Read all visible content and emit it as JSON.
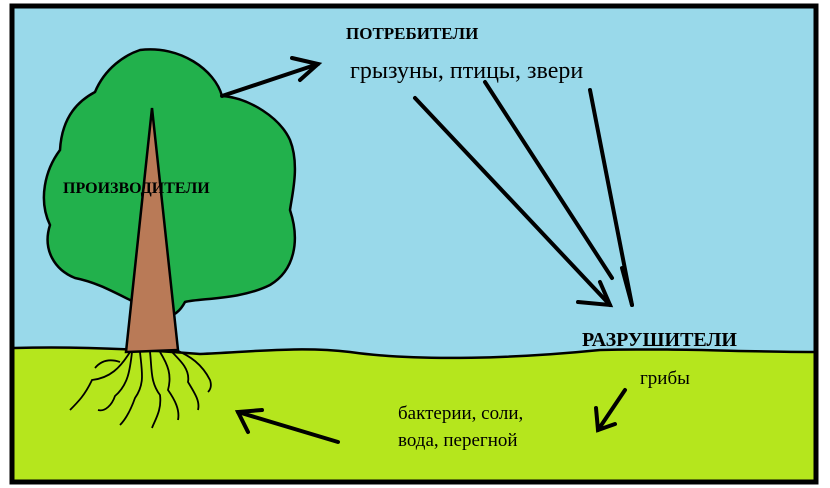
{
  "labels": {
    "consumers_title": "ПОТРЕБИТЕЛИ",
    "consumers_list": "грызуны, птицы, звери",
    "producers_title": "ПРОИЗВОДИТЕЛИ",
    "decomposers_title": "РАЗРУШИТЕЛИ",
    "fungi": "грибы",
    "soil_line1": "бактерии, соли,",
    "soil_line2": "вода, перегной"
  },
  "colors": {
    "sky": "#99d9ea",
    "grass": "#b5e61d",
    "canopy": "#22b14c",
    "trunk": "#b97a57",
    "outline": "#000000"
  }
}
